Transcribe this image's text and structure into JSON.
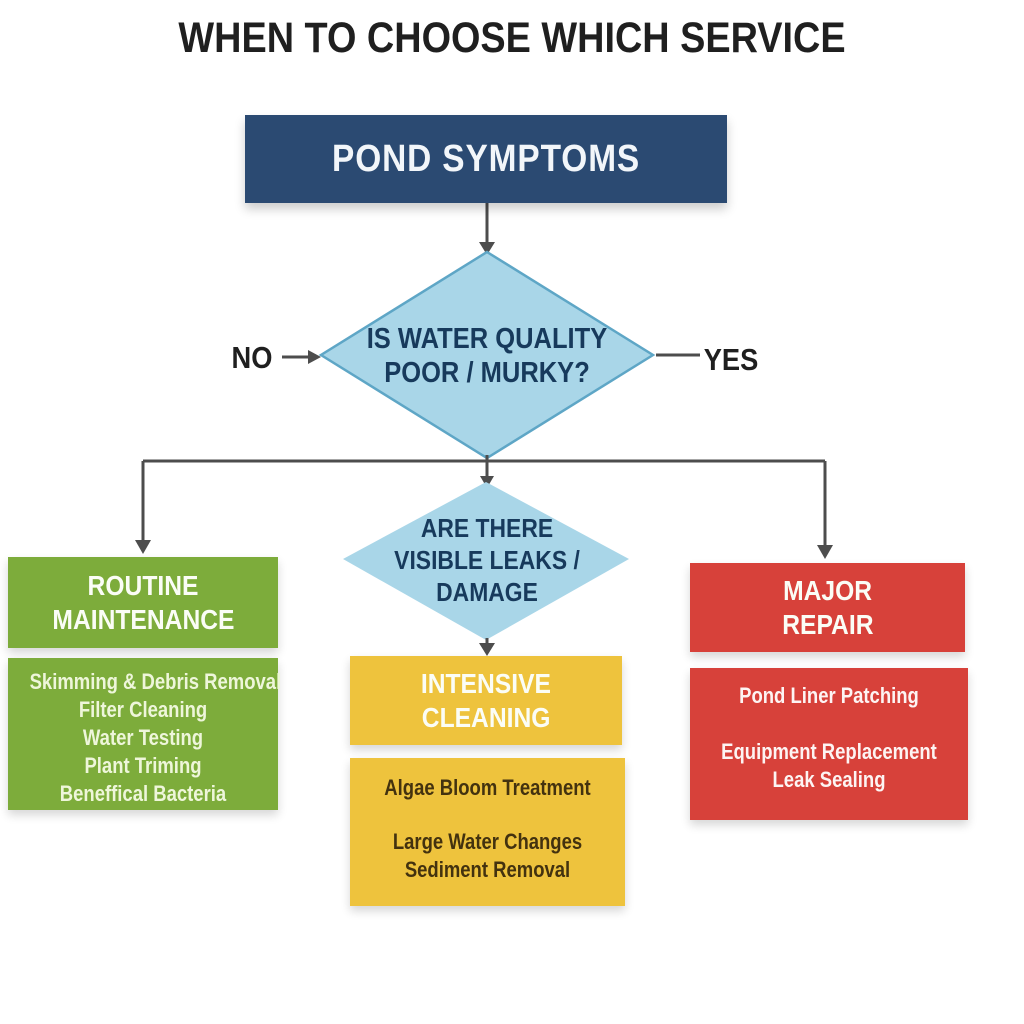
{
  "title": "WHEN TO CHOOSE WHICH SERVICE",
  "start": {
    "label": "POND SYMPTOMS"
  },
  "decision1": {
    "line1": "IS WATER QUALITY",
    "line2": "POOR / MURKY?",
    "no_label": "NO",
    "yes_label": "YES"
  },
  "decision2": {
    "line1": "ARE THERE",
    "line2": "VISIBLE LEAKS /",
    "line3": "DAMAGE"
  },
  "branches": {
    "routine": {
      "title_line1": "ROUTINE",
      "title_line2": "MAINTENANCE",
      "items": [
        "Skimming & Debris Removal",
        "Filter Cleaning",
        "Water Testing",
        "Plant Triming",
        "Beneffical Bacteria"
      ]
    },
    "intensive": {
      "title_line1": "INTENSIVE",
      "title_line2": "CLEANING",
      "items": [
        "Algae Bloom Treatment",
        "Large Water Changes",
        "Sediment Removal"
      ]
    },
    "major": {
      "title_line1": "MAJOR",
      "title_line2": "REPAIR",
      "items": [
        "Pond Liner Patching",
        "Equipment Replacement",
        "Leak Sealing"
      ]
    }
  },
  "colors": {
    "start_box": "#2b4a72",
    "decision_fill": "#a9d6e8",
    "decision_border": "#5ea6c6",
    "routine_green": "#7dac3b",
    "intensive_yellow": "#eec33d",
    "major_red": "#d7413a",
    "connector_gray": "#4d4d4d",
    "decision_text": "#173a5c",
    "title_text": "#1f1f1f"
  }
}
